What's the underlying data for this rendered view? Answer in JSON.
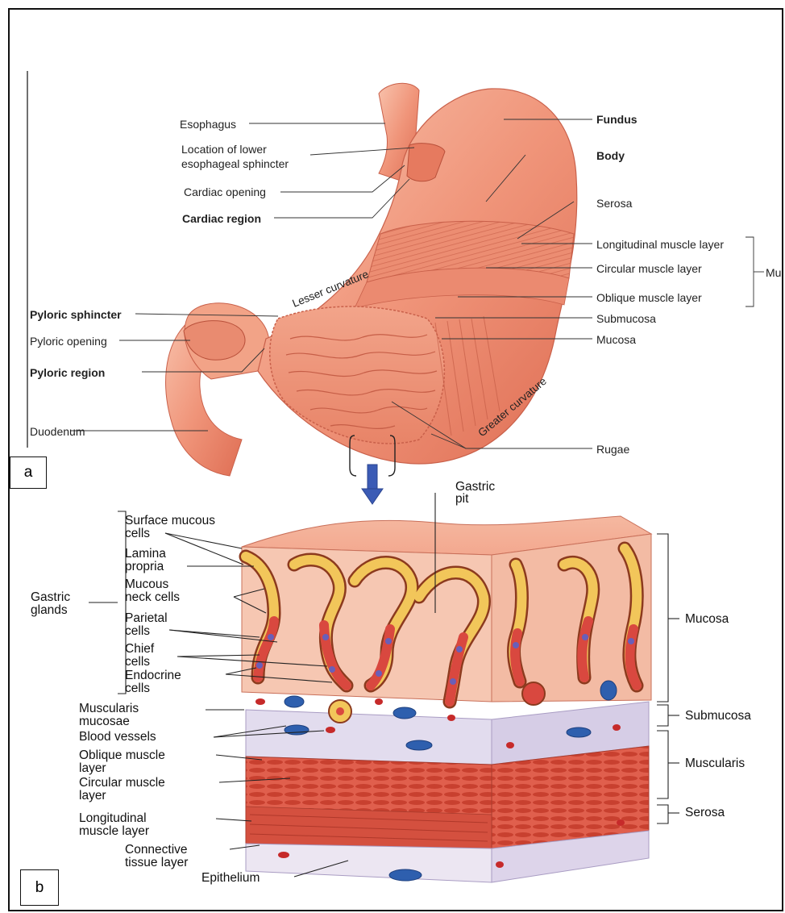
{
  "panel_a": {
    "tag": "a",
    "labels": {
      "esophagus": "Esophagus",
      "les_1": "Location of lower",
      "les_2": "esophageal sphincter",
      "cardiac_opening": "Cardiac opening",
      "cardiac_region": "Cardiac region",
      "pyloric_sphincter": "Pyloric sphincter",
      "pyloric_opening": "Pyloric opening",
      "pyloric_region": "Pyloric region",
      "duodenum": "Duodenum",
      "fundus": "Fundus",
      "body": "Body",
      "serosa": "Serosa",
      "longitudinal": "Longitudinal muscle layer",
      "circular": "Circular muscle layer",
      "oblique": "Oblique muscle layer",
      "submucosa": "Submucosa",
      "mucosa": "Mucosa",
      "rugae": "Rugae",
      "muscle_group": "Mu",
      "lesser_curvature": "Lesser curvature",
      "greater_curvature": "Greater curvature"
    }
  },
  "panel_b": {
    "tag": "b",
    "labels": {
      "gastric_pit_1": "Gastric",
      "gastric_pit_2": "pit",
      "surface_mucous_1": "Surface mucous",
      "surface_mucous_2": "cells",
      "lamina_1": "Lamina",
      "lamina_2": "propria",
      "mucous_neck_1": "Mucous",
      "mucous_neck_2": "neck cells",
      "parietal_1": "Parietal",
      "parietal_2": "cells",
      "chief_1": "Chief",
      "chief_2": "cells",
      "endocrine_1": "Endocrine",
      "endocrine_2": "cells",
      "gastric_glands_1": "Gastric",
      "gastric_glands_2": "glands",
      "muscularis_mucosae_1": "Muscularis",
      "muscularis_mucosae_2": "mucosae",
      "blood_vessels": "Blood vessels",
      "oblique_1": "Oblique muscle",
      "oblique_2": "layer",
      "circular_1": "Circular muscle",
      "circular_2": "layer",
      "longitudinal_1": "Longitudinal",
      "longitudinal_2": "muscle layer",
      "connective_1": "Connective",
      "connective_2": "tissue layer",
      "epithelium": "Epithelium",
      "mucosa": "Mucosa",
      "submucosa": "Submucosa",
      "muscularis": "Muscularis",
      "serosa": "Serosa"
    }
  },
  "colors": {
    "stomach_fill": "#f0957a",
    "stomach_light": "#f6b39c",
    "stomach_dark": "#d9684e",
    "gland_yellow": "#f2c65a",
    "gland_red": "#d9483f",
    "tissue_pink": "#f5c2ad",
    "submucosa_lilac": "#e2dcee",
    "muscle_red": "#d95a4a",
    "vessel_blue": "#2e5fae",
    "arrow_blue": "#3b5bb5"
  }
}
